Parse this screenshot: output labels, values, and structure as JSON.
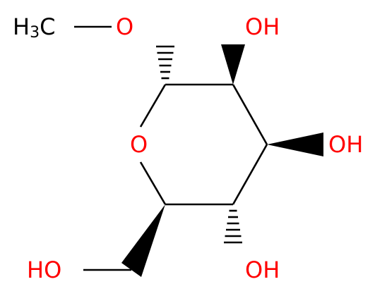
{
  "colors": {
    "carbon": "#000000",
    "oxygen": "#ff0000",
    "background": "#ffffff"
  },
  "labels": {
    "methyl": {
      "main": "H",
      "sub": "3",
      "tail": "C"
    },
    "ether_o": "O",
    "ring_o": "O",
    "oh_c2": "OH",
    "oh_c3": "OH",
    "oh_c4": "OH",
    "oh_c6": "HO"
  }
}
